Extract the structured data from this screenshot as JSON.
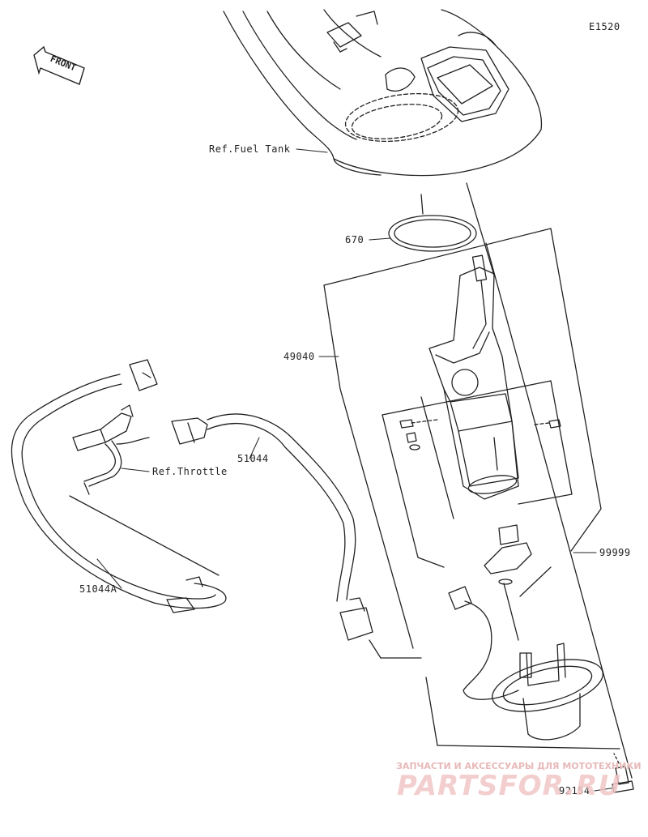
{
  "diagram_code": "E1520",
  "front_label": "FRONT",
  "labels": {
    "ref_fuel_tank": "Ref.Fuel Tank",
    "oring": "670",
    "fuel_pump": "49040",
    "hose_upper": "51044",
    "ref_throttle": "Ref.Throttle",
    "hose_lower": "51044A",
    "kit": "99999",
    "bolt": "92154"
  },
  "watermark": {
    "subtitle": "ЗАПЧАСТИ И АКСЕССУАРЫ ДЛЯ МОТОТЕХНИКИ",
    "brand": "PARTSFOR.RU"
  },
  "colors": {
    "line": "#222222",
    "watermark": "#e8a0a0"
  }
}
